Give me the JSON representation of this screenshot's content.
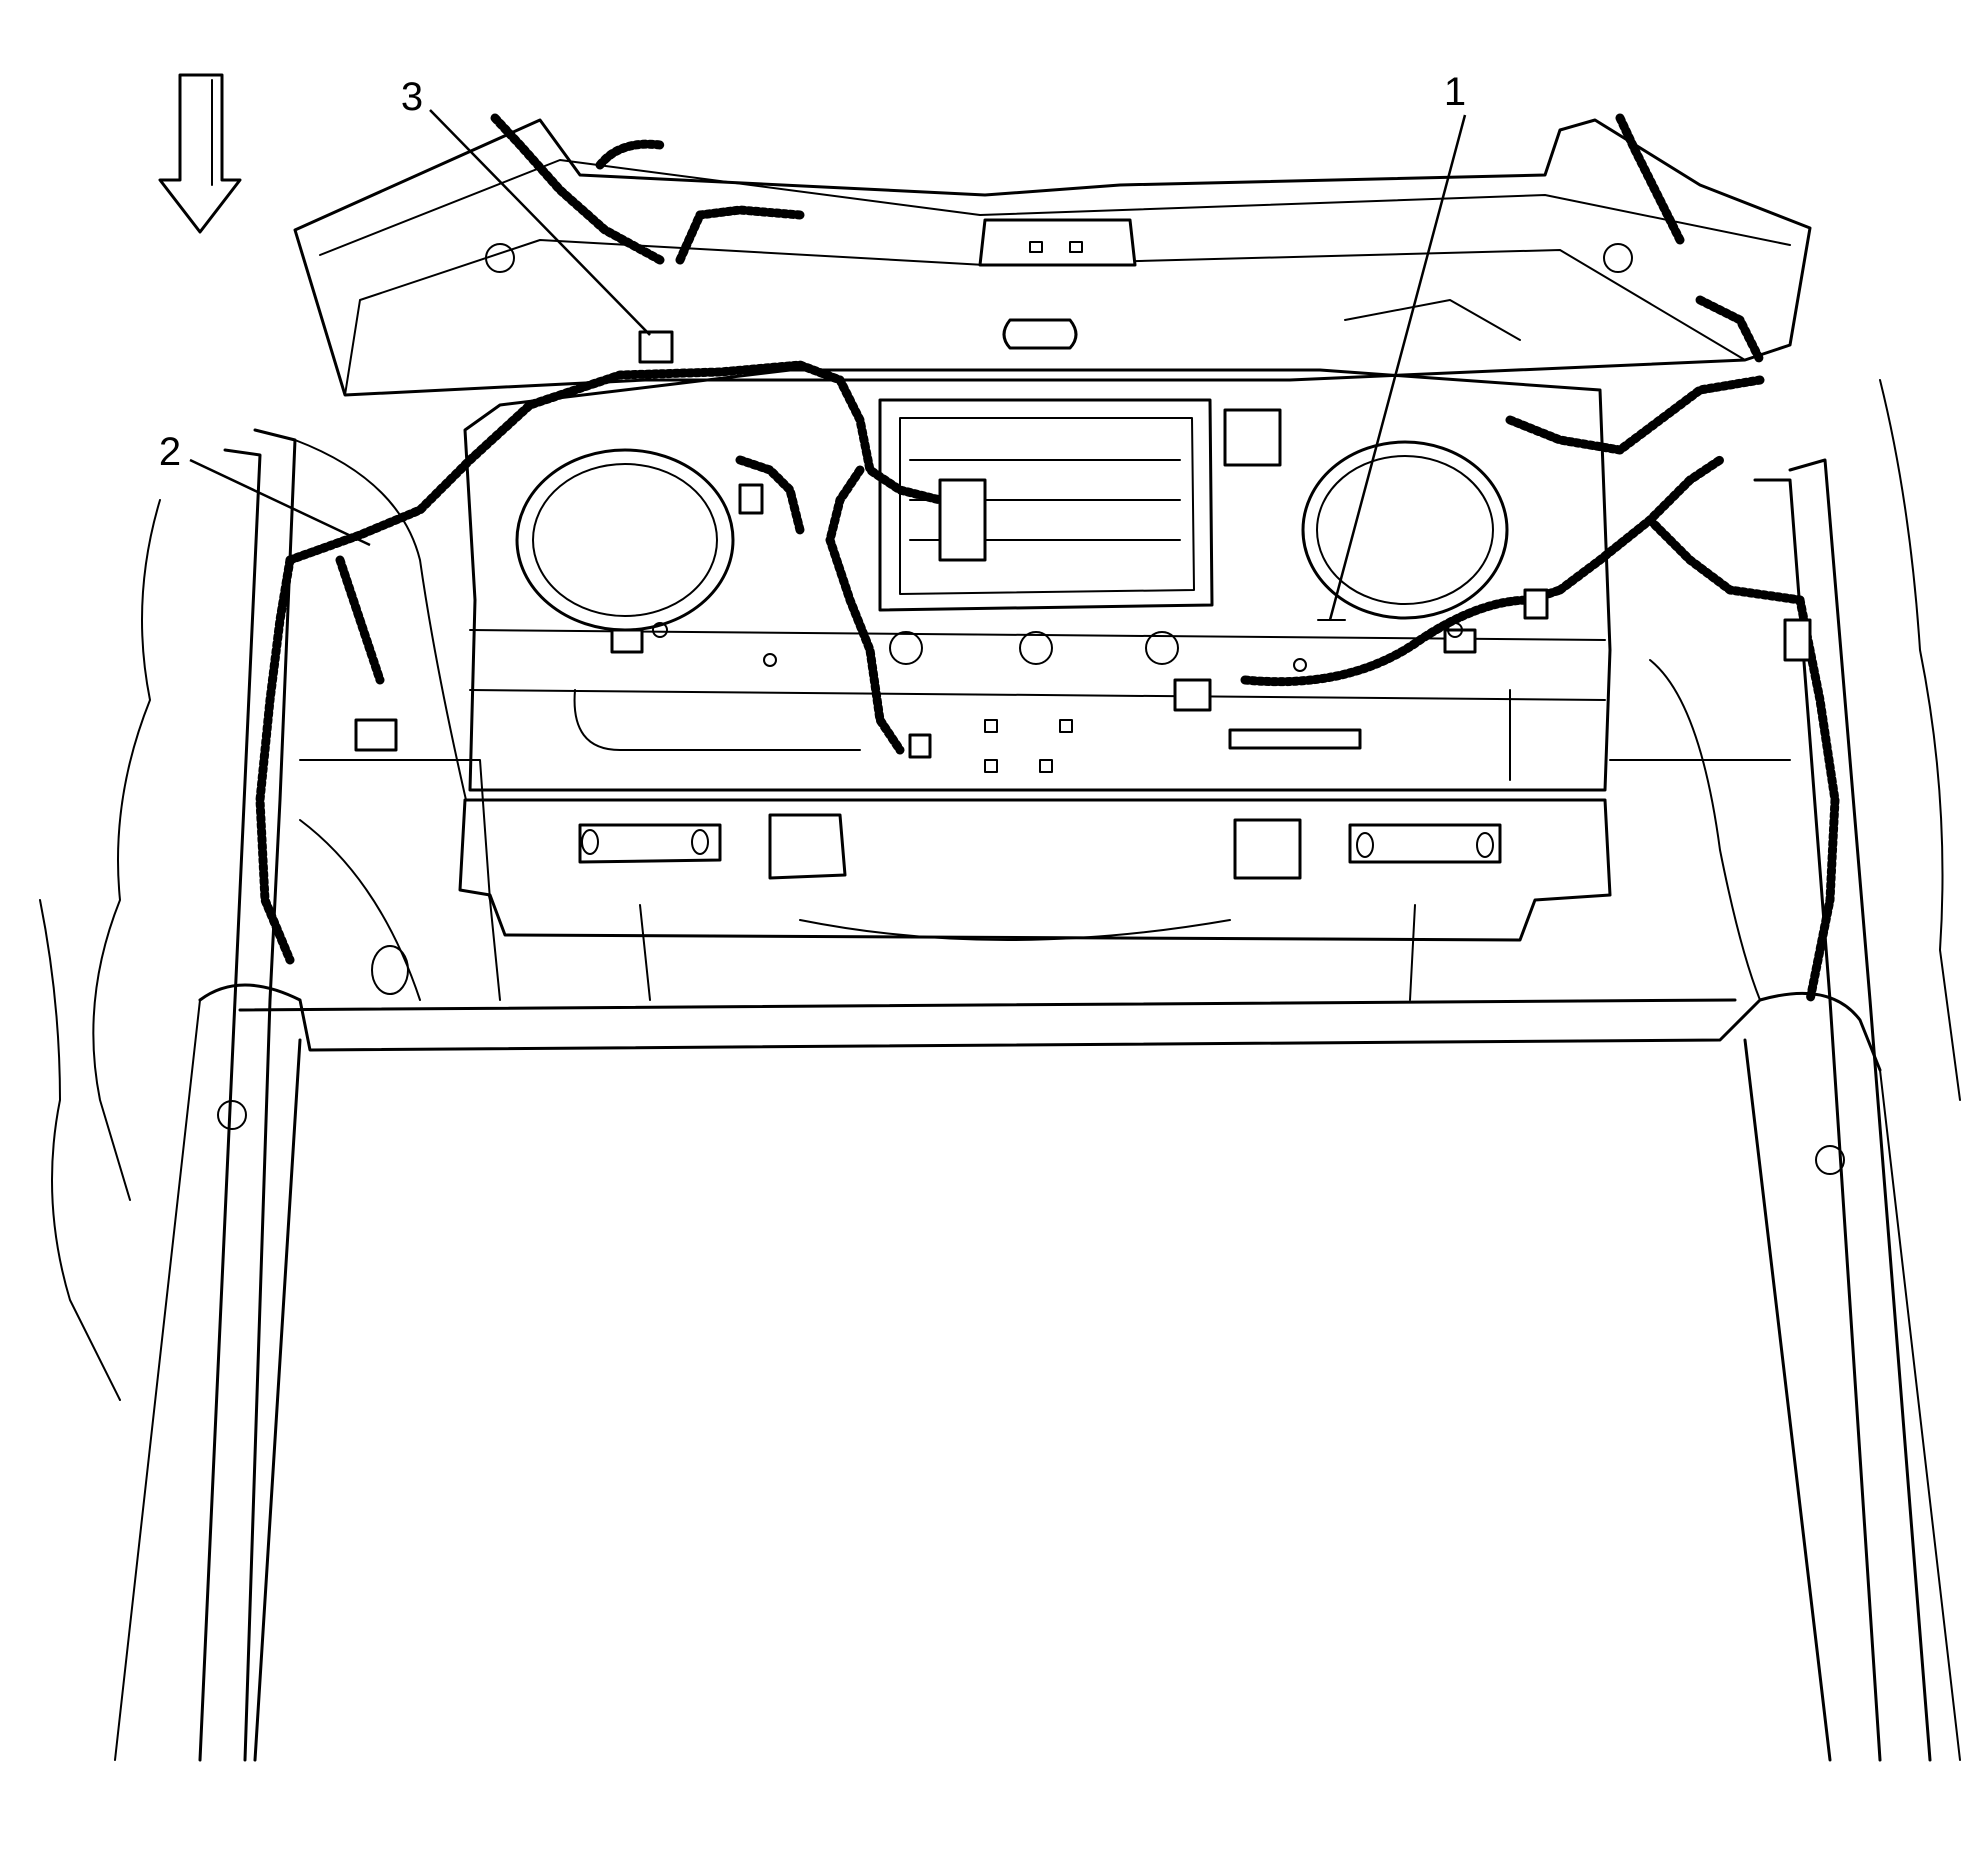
{
  "diagram": {
    "view_arrow_icon": "arrow-down-icon",
    "callouts": [
      {
        "id": "1",
        "label": "1"
      },
      {
        "id": "2",
        "label": "2"
      },
      {
        "id": "3",
        "label": "3"
      }
    ]
  }
}
